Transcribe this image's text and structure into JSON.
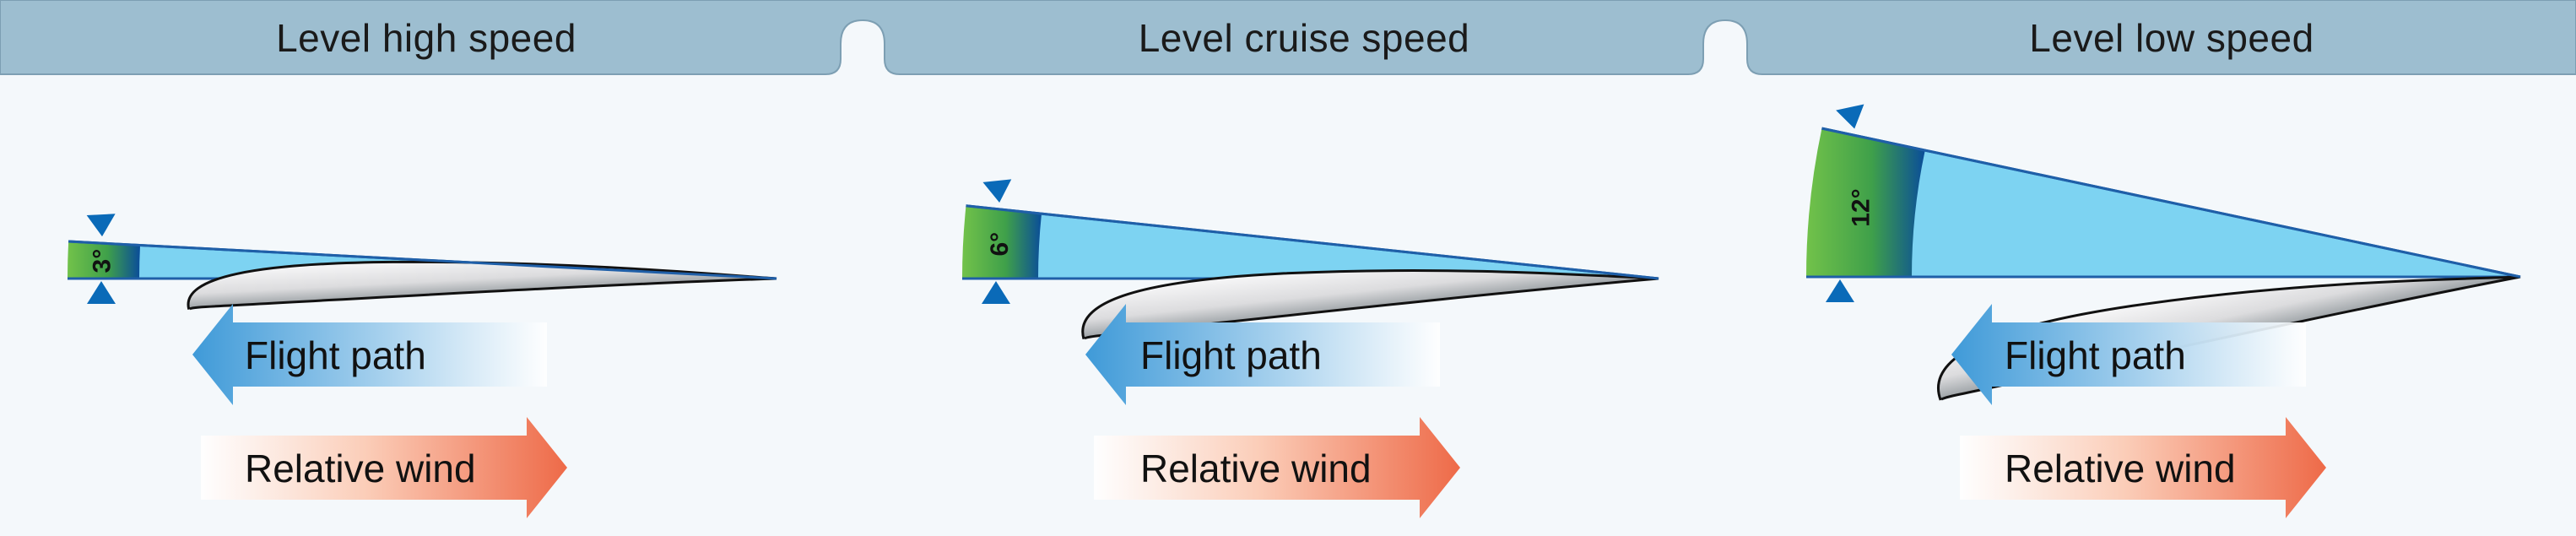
{
  "panels": [
    {
      "title": "Level high speed",
      "angle_label": "3°",
      "angle_deg": 3,
      "flight_path_label": "Flight path",
      "relative_wind_label": "Relative wind"
    },
    {
      "title": "Level cruise speed",
      "angle_label": "6°",
      "angle_deg": 6,
      "flight_path_label": "Flight path",
      "relative_wind_label": "Relative wind"
    },
    {
      "title": "Level low speed",
      "angle_label": "12°",
      "angle_deg": 12,
      "flight_path_label": "Flight path",
      "relative_wind_label": "Relative wind"
    }
  ],
  "colors": {
    "header_band": "#9dbed0",
    "background": "#f4f8fb",
    "angle_fill": "#7dd3f2",
    "angle_arc_outer": "#6abf45",
    "angle_arc_inner": "#0b4f9c",
    "chord_line": "#1f5fa8",
    "marker": "#0a6ab8",
    "flight_path_arrow": "#4aa3df",
    "relative_wind_arrow": "#f07050",
    "airfoil_fill": "#e9e9ea",
    "airfoil_stroke": "#111111"
  },
  "icons": {
    "flight_path": "left-arrow-icon",
    "relative_wind": "right-arrow-icon",
    "angle_marker": "triangle-marker-icon"
  }
}
